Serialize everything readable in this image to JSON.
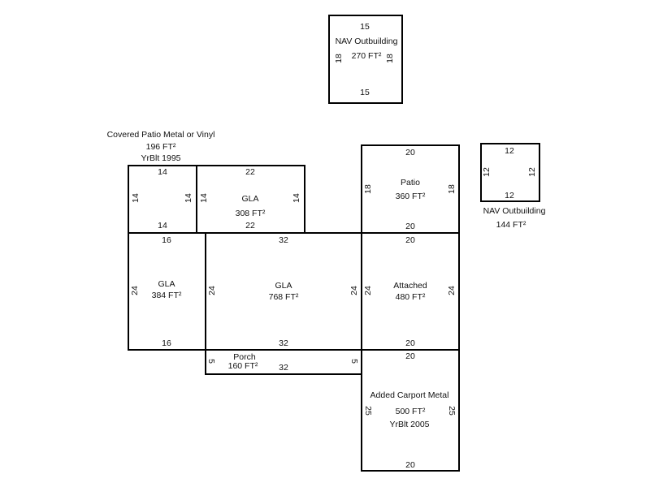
{
  "areas": {
    "nav_outbuilding_top": {
      "name": "NAV Outbuilding",
      "area": "270 FT²",
      "top": "15",
      "bottom": "15",
      "left": "18",
      "right": "18"
    },
    "covered_patio": {
      "name": "Covered Patio Metal or Vinyl",
      "area": "196 FT²",
      "year": "YrBlt 1995",
      "top": "14",
      "bottom": "14",
      "left": "14",
      "right": "14"
    },
    "gla_308": {
      "name": "GLA",
      "area": "308 FT²",
      "top": "22",
      "bottom": "22",
      "left": "14",
      "right": "14"
    },
    "patio": {
      "name": "Patio",
      "area": "360 FT²",
      "top": "20",
      "bottom": "20",
      "left": "18",
      "right": "18"
    },
    "nav_outbuilding_small": {
      "name": "NAV Outbuilding",
      "area": "144 FT²",
      "top": "12",
      "bottom": "12",
      "left": "12",
      "right": "12"
    },
    "gla_384": {
      "name": "GLA",
      "area": "384 FT²",
      "top": "16",
      "bottom": "16",
      "left": "24"
    },
    "gla_768": {
      "name": "GLA",
      "area": "768 FT²",
      "top": "32",
      "bottom": "32",
      "left": "24",
      "right": "24"
    },
    "attached": {
      "name": "Attached",
      "area": "480 FT²",
      "top": "20",
      "bottom": "20",
      "left": "24",
      "right": "24"
    },
    "porch": {
      "name": "Porch",
      "area": "160 FT²",
      "bottom": "32",
      "left": "5",
      "right": "5"
    },
    "carport": {
      "name": "Added Carport Metal",
      "area": "500 FT²",
      "year": "YrBlt 2005",
      "top": "20",
      "bottom": "20",
      "left": "25",
      "right": "25"
    }
  }
}
